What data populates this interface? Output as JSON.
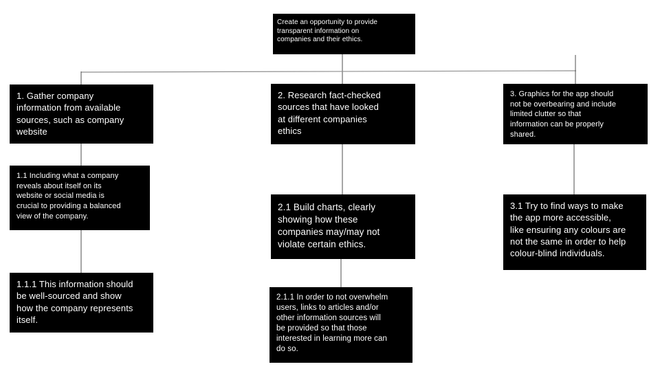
{
  "diagram": {
    "type": "tree-flowchart",
    "colors": {
      "node_background": "#000000",
      "node_text": "#ffffff",
      "connector_dark": "#4d4d4d",
      "connector_light": "#8f8f8f",
      "canvas_background": "#ffffff"
    },
    "nodes": {
      "root": {
        "id": "root",
        "text": "Create an opportunity to provide\ntransparent information on\ncompanies and their ethics."
      },
      "n1": {
        "id": "1",
        "text": "1. Gather company\ninformation from available\nsources, such as company\nwebsite"
      },
      "n2": {
        "id": "2",
        "text": "2. Research fact-checked\nsources that have looked\nat different companies\nethics"
      },
      "n3": {
        "id": "3",
        "text": "3. Graphics for the app should\nnot be overbearing and include\nlimited clutter so that\ninformation can be properly\nshared."
      },
      "n11": {
        "id": "1.1",
        "text": "1.1 Including what a company\nreveals about itself on its\nwebsite or social media is\ncrucial to providing a balanced\nview of the company."
      },
      "n21": {
        "id": "2.1",
        "text": "2.1 Build charts, clearly\nshowing how these\ncompanies may/may not\nviolate certain ethics."
      },
      "n31": {
        "id": "3.1",
        "text": "3.1 Try to find ways to make\nthe app more accessible,\nlike ensuring any colours are\nnot the same in order to help\ncolour-blind individuals."
      },
      "n111": {
        "id": "1.1.1",
        "text": "1.1.1 This information should\nbe well-sourced and show\nhow the company represents\nitself."
      },
      "n211": {
        "id": "2.1.1",
        "text": "2.1.1 In order to not overwhelm\nusers, links to articles and/or\nother information sources will\nbe provided so that those\ninterested in learning more can\ndo so."
      }
    }
  }
}
